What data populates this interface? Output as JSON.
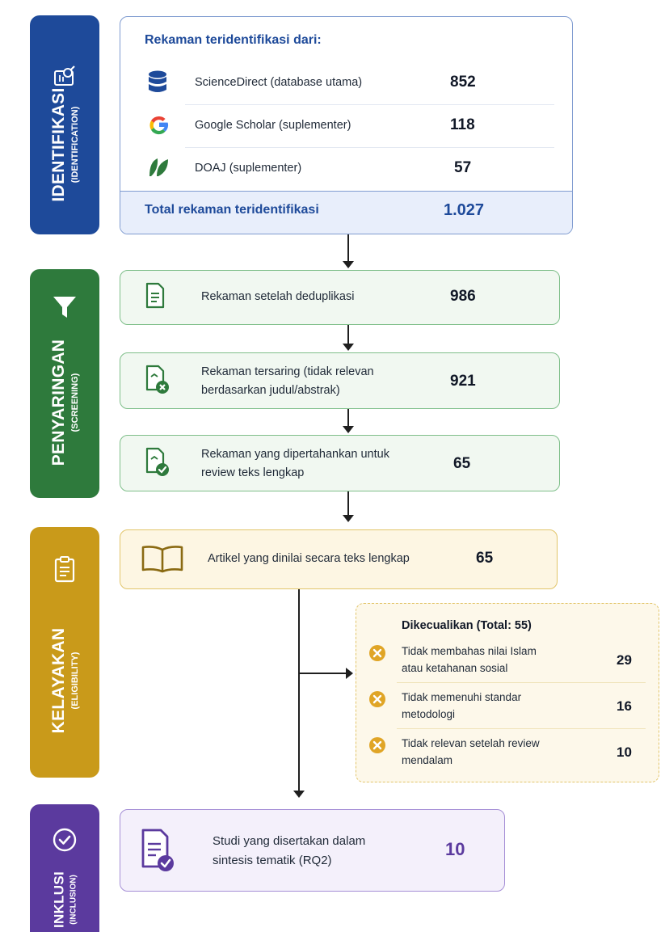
{
  "stages": {
    "identification": {
      "main": "IDENTIFIKASI",
      "sub": "(IDENTIFICATION)",
      "color": "#1e4a9a"
    },
    "screening": {
      "main": "PENYARINGAN",
      "sub": "(SCREENING)",
      "color": "#2e7a3c"
    },
    "eligibility": {
      "main": "KELAYAKAN",
      "sub": "(ELIGIBILITY)",
      "color": "#c99a1a"
    },
    "inclusion": {
      "main": "INKLUSI",
      "sub": "(INCLUSION)",
      "color": "#5b3a9e"
    }
  },
  "identification": {
    "heading": "Rekaman teridentifikasi dari:",
    "sources": [
      {
        "label": "ScienceDirect (database utama)",
        "count": "852",
        "icon": "database-icon"
      },
      {
        "label": "Google Scholar (suplementer)",
        "count": "118",
        "icon": "google-icon"
      },
      {
        "label": "DOAJ (suplementer)",
        "count": "57",
        "icon": "doaj-leaf-icon"
      }
    ],
    "total_label": "Total rekaman teridentifikasi",
    "total_count": "1.027"
  },
  "screening": {
    "dedup": {
      "label": "Rekaman setelah deduplikasi",
      "count": "986"
    },
    "screened": {
      "label_line1": "Rekaman tersaring (tidak relevan",
      "label_line2": "berdasarkan judul/abstrak)",
      "count": "921"
    },
    "retained": {
      "label_line1": "Rekaman yang dipertahankan untuk",
      "label_line2": "review teks lengkap",
      "count": "65"
    }
  },
  "eligibility": {
    "assessed": {
      "label": "Artikel yang dinilai secara teks lengkap",
      "count": "65"
    },
    "excluded": {
      "title": "Dikecualikan (Total: 55)",
      "items": [
        {
          "line1": "Tidak membahas nilai Islam",
          "line2": "atau ketahanan sosial",
          "count": "29"
        },
        {
          "line1": "Tidak memenuhi standar",
          "line2": "metodologi",
          "count": "16"
        },
        {
          "line1": "Tidak relevan setelah review",
          "line2": "mendalam",
          "count": "10"
        }
      ]
    }
  },
  "inclusion": {
    "label_line1": "Studi yang disertakan dalam",
    "label_line2": "sintesis tematik (RQ2)",
    "count": "10"
  }
}
